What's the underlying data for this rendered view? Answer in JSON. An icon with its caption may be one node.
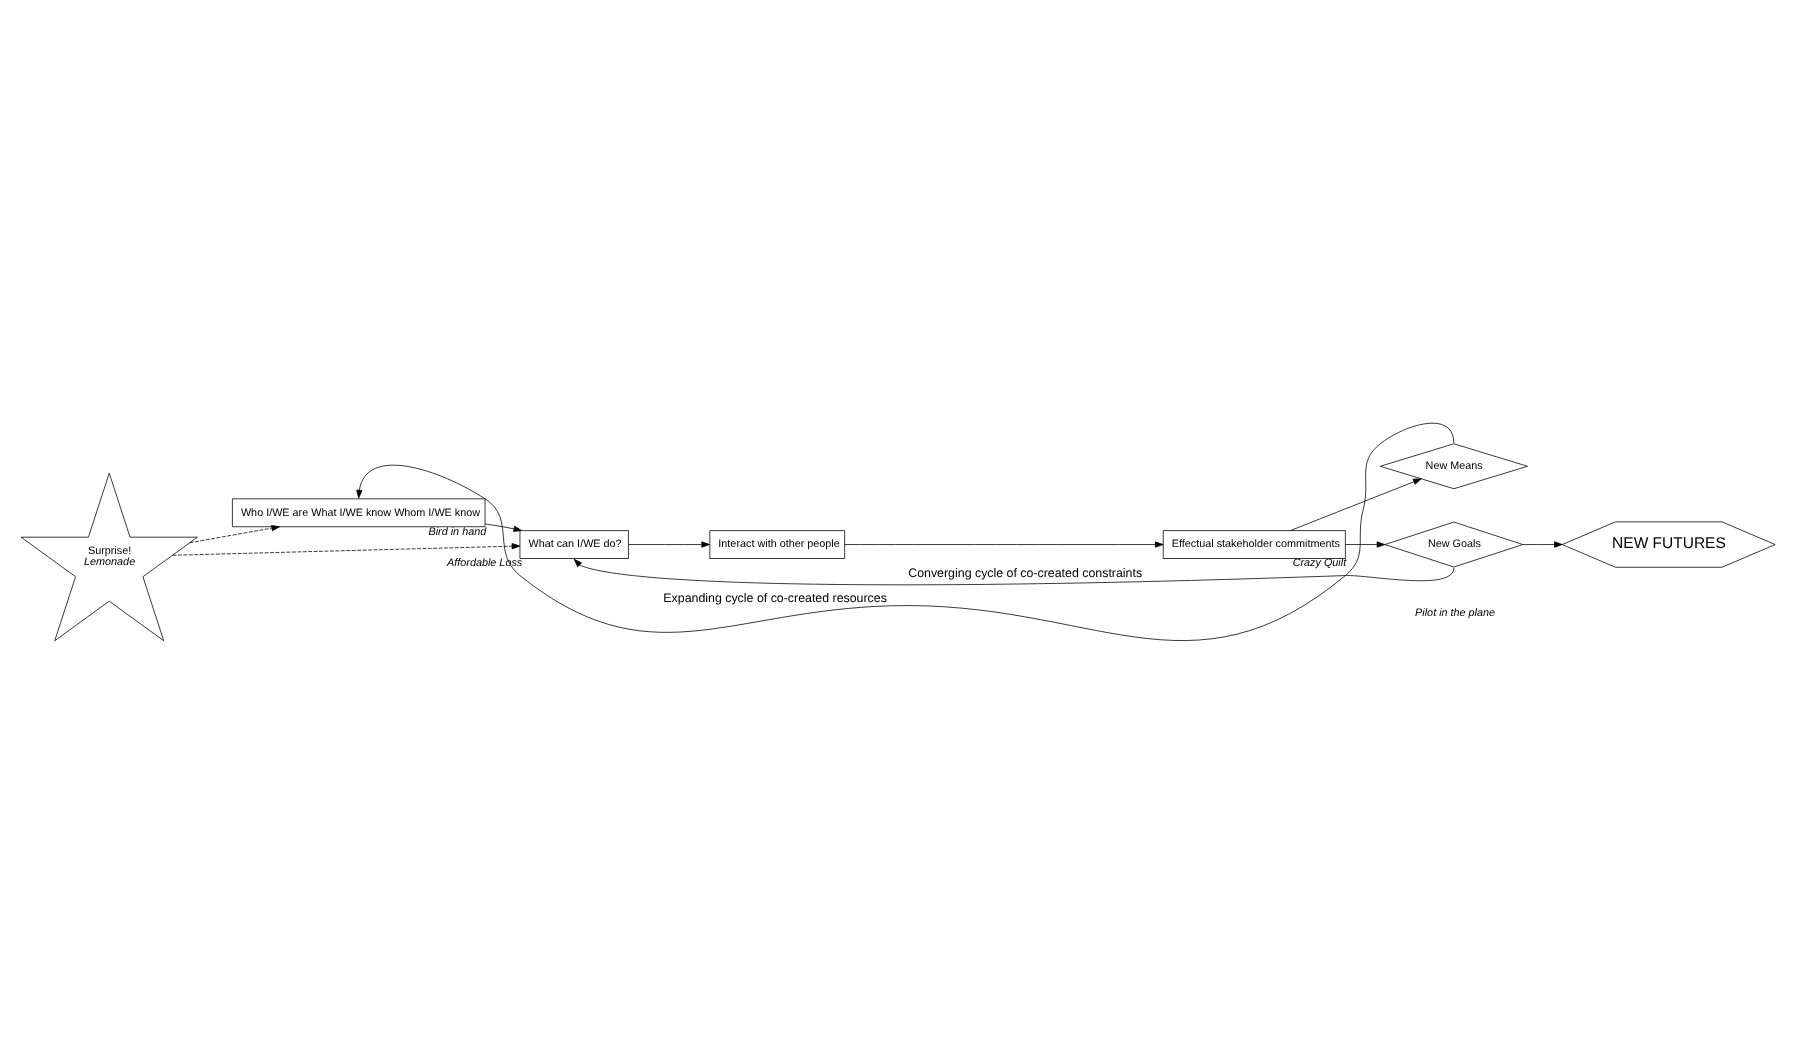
{
  "diagram": {
    "nodes": [
      {
        "text": [
          "Who I/WE are What I/WE know Whom I/WE know"
        ],
        "beside": [
          "Bird in hand"
        ]
      },
      {
        "text": [
          "What can I/WE do?"
        ],
        "beside": [
          "Affordable Loss"
        ]
      },
      {
        "text": [
          "Interact with other people"
        ]
      },
      {
        "text": [
          "Effectual stakeholder commitments"
        ],
        "beside": [
          "Crazy Quilt"
        ]
      },
      {
        "text": [
          "New Means"
        ]
      },
      {
        "text": [
          "New Goals"
        ]
      },
      {
        "text": [
          "Surprise!",
          "Lemonade"
        ]
      },
      {
        "text": [
          "NEW FUTURES"
        ]
      }
    ],
    "edges": [
      {
        "from": 0,
        "to": 1,
        "arrow": "to"
      },
      {
        "from": 1,
        "to": 2,
        "arrow": "to"
      },
      {
        "from": 2,
        "to": 3,
        "arrow": "to"
      },
      {
        "from": 3,
        "to": 4,
        "arrow": "to"
      },
      {
        "from": 3,
        "to": 5,
        "arrow": "to"
      },
      {
        "from": 4,
        "to": 0,
        "arrow": "to",
        "label": "Expanding cycle of co-created resources"
      },
      {
        "from": 5,
        "to": 1,
        "arrow": "to",
        "label": "Converging cycle of co-created constraints"
      },
      {
        "from": 5,
        "to": 7,
        "arrow": "to"
      },
      {
        "from": 6,
        "to": 0,
        "arrow": "to",
        "style": "dashed"
      },
      {
        "from": 6,
        "to": 1,
        "arrow": "to",
        "style": "dashed"
      }
    ],
    "labels": [
      "Pilot in the plane"
    ]
  }
}
